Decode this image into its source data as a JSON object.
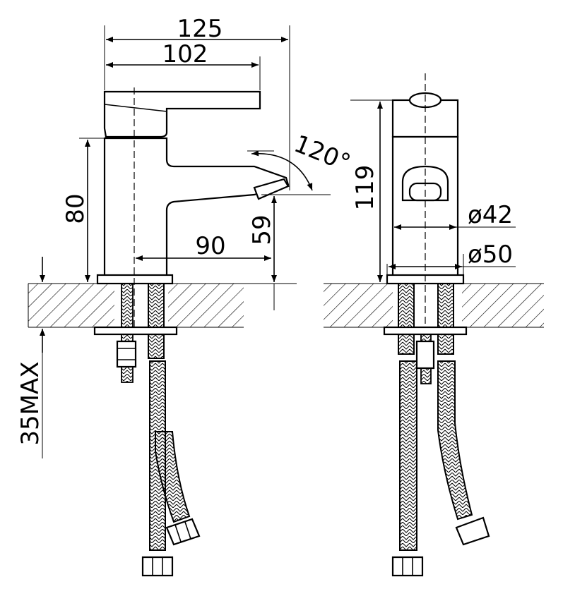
{
  "dimensions": {
    "overall_length": "125",
    "spout_reach": "102",
    "height_to_top": "80",
    "spout_height": "59",
    "spout_projection": "90",
    "handle_rotation": "120°",
    "total_height": "119",
    "body_diameter": "ø42",
    "base_diameter": "ø50",
    "max_deck_thickness": "35MAX"
  }
}
